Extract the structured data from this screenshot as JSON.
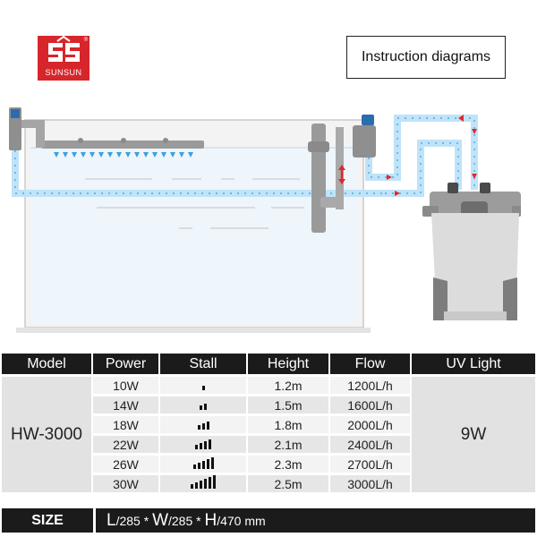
{
  "brand": {
    "name": "SUNSUN",
    "mark": "SS",
    "reg": "®"
  },
  "title": "Instruction diagrams",
  "colors": {
    "brand_red": "#d7262b",
    "header_dark": "#1b1b1b",
    "water_blue": "#3aa0e0",
    "flow_red": "#e0282c"
  },
  "table": {
    "headers": [
      "Model",
      "Power",
      "Stall",
      "Height",
      "Flow",
      "UV Light"
    ],
    "model": "HW-3000",
    "uv": "9W",
    "rows": [
      {
        "power": "10W",
        "stall": 1,
        "height": "1.2m",
        "flow": "1200L/h"
      },
      {
        "power": "14W",
        "stall": 2,
        "height": "1.5m",
        "flow": "1600L/h"
      },
      {
        "power": "18W",
        "stall": 3,
        "height": "1.8m",
        "flow": "2000L/h"
      },
      {
        "power": "22W",
        "stall": 4,
        "height": "2.1m",
        "flow": "2400L/h"
      },
      {
        "power": "26W",
        "stall": 5,
        "height": "2.3m",
        "flow": "2700L/h"
      },
      {
        "power": "30W",
        "stall": 6,
        "height": "2.5m",
        "flow": "3000L/h"
      }
    ]
  },
  "size": {
    "label": "SIZE",
    "l_key": "L",
    "l_val": "285 *",
    "w_key": "W",
    "w_val": "285 *",
    "h_key": "H",
    "h_val": "470 mm"
  }
}
